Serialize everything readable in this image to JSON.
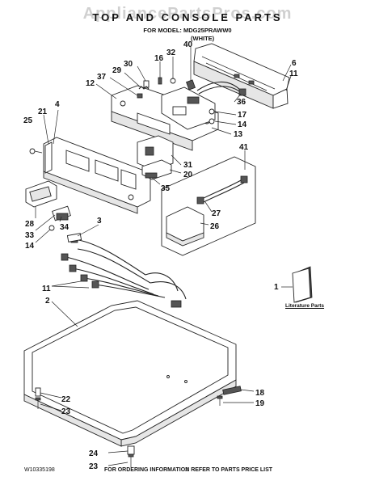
{
  "watermark": "AppliancePartsPros.com",
  "header": {
    "title": "TOP AND CONSOLE PARTS",
    "model_line": "FOR MODEL: MDG25PRAWW0",
    "variant": "(WHITE)"
  },
  "literature_label": "Literature Parts",
  "footer": {
    "doc_number": "W10335198",
    "page_number": "2",
    "note": "FOR ORDERING INFORMATION REFER TO PARTS PRICE LIST"
  },
  "callouts": [
    {
      "id": "c40",
      "label": "40"
    },
    {
      "id": "c32",
      "label": "32"
    },
    {
      "id": "c16",
      "label": "16"
    },
    {
      "id": "c30",
      "label": "30"
    },
    {
      "id": "c29",
      "label": "29"
    },
    {
      "id": "c37",
      "label": "37"
    },
    {
      "id": "c12",
      "label": "12"
    },
    {
      "id": "c6",
      "label": "6"
    },
    {
      "id": "c11a",
      "label": "11"
    },
    {
      "id": "c36",
      "label": "36"
    },
    {
      "id": "c17",
      "label": "17"
    },
    {
      "id": "c14a",
      "label": "14"
    },
    {
      "id": "c13",
      "label": "13"
    },
    {
      "id": "c41",
      "label": "41"
    },
    {
      "id": "c4",
      "label": "4"
    },
    {
      "id": "c21",
      "label": "21"
    },
    {
      "id": "c25",
      "label": "25"
    },
    {
      "id": "c31",
      "label": "31"
    },
    {
      "id": "c20",
      "label": "20"
    },
    {
      "id": "c35",
      "label": "35"
    },
    {
      "id": "c27",
      "label": "27"
    },
    {
      "id": "c26",
      "label": "26"
    },
    {
      "id": "c3",
      "label": "3"
    },
    {
      "id": "c28",
      "label": "28"
    },
    {
      "id": "c33",
      "label": "33"
    },
    {
      "id": "c34",
      "label": "34"
    },
    {
      "id": "c14b",
      "label": "14"
    },
    {
      "id": "c11b",
      "label": "11"
    },
    {
      "id": "c2",
      "label": "2"
    },
    {
      "id": "c1",
      "label": "1"
    },
    {
      "id": "c22",
      "label": "22"
    },
    {
      "id": "c23a",
      "label": "23"
    },
    {
      "id": "c18",
      "label": "18"
    },
    {
      "id": "c19",
      "label": "19"
    },
    {
      "id": "c24",
      "label": "24"
    },
    {
      "id": "c23b",
      "label": "23"
    }
  ]
}
